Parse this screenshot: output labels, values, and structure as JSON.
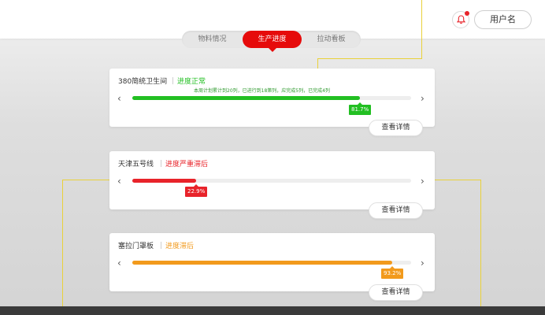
{
  "header": {
    "user_label": "用户名",
    "bell_icon": "bell-icon",
    "has_notification": true
  },
  "tabs": [
    {
      "label": "物料情况",
      "active": false
    },
    {
      "label": "生产进度",
      "active": true
    },
    {
      "label": "拉动看板",
      "active": false
    }
  ],
  "colors": {
    "brand_red": "#e60b0b",
    "normal": "#22bf22",
    "severe": "#e8232a",
    "behind": "#f29a1c"
  },
  "lines": [
    {
      "name": "380简统卫生间",
      "status": "进度正常",
      "status_color": "#22bf22",
      "progress_label": "81.7%",
      "progress": 0.817,
      "note": "本周计划累计到20列，已进行到18第列，应完成5列，已完成4列",
      "detail_label": "查看详情"
    },
    {
      "name": "天津五号线",
      "status": "进度严重滞后",
      "status_color": "#e8232a",
      "progress_label": "22.9%",
      "progress": 0.229,
      "detail_label": "查看详情"
    },
    {
      "name": "塞拉门罩板",
      "status": "进度滞后",
      "status_color": "#f29a1c",
      "progress_label": "93.2%",
      "progress": 0.932,
      "detail_label": "查看详情"
    }
  ],
  "nav": {
    "prev_glyph": "‹",
    "next_glyph": "›"
  }
}
